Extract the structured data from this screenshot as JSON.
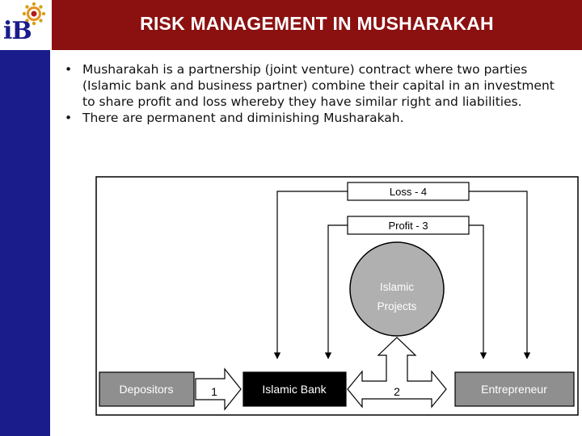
{
  "header": {
    "logo": "iB",
    "title": "RISK MANAGEMENT IN MUSHARAKAH"
  },
  "bullets": [
    "Musharakah is a partnership (joint venture) contract where two parties (Islamic bank and business partner) combine their capital in an investment to share profit and loss whereby they have similar right and liabilities.",
    "There are permanent and diminishing Musharakah."
  ],
  "diagram": {
    "loss": "Loss - 4",
    "profit": "Profit - 3",
    "projects_line1": "Islamic",
    "projects_line2": "Projects",
    "depositors": "Depositors",
    "bank": "Islamic Bank",
    "entrepreneur": "Entrepreneur",
    "step1": "1",
    "step2": "2"
  },
  "colors": {
    "title_bar": "#8b1010",
    "side_bar": "#1a1c8c",
    "box_gray": "#8f8f8f",
    "bank_box": "#000000"
  }
}
